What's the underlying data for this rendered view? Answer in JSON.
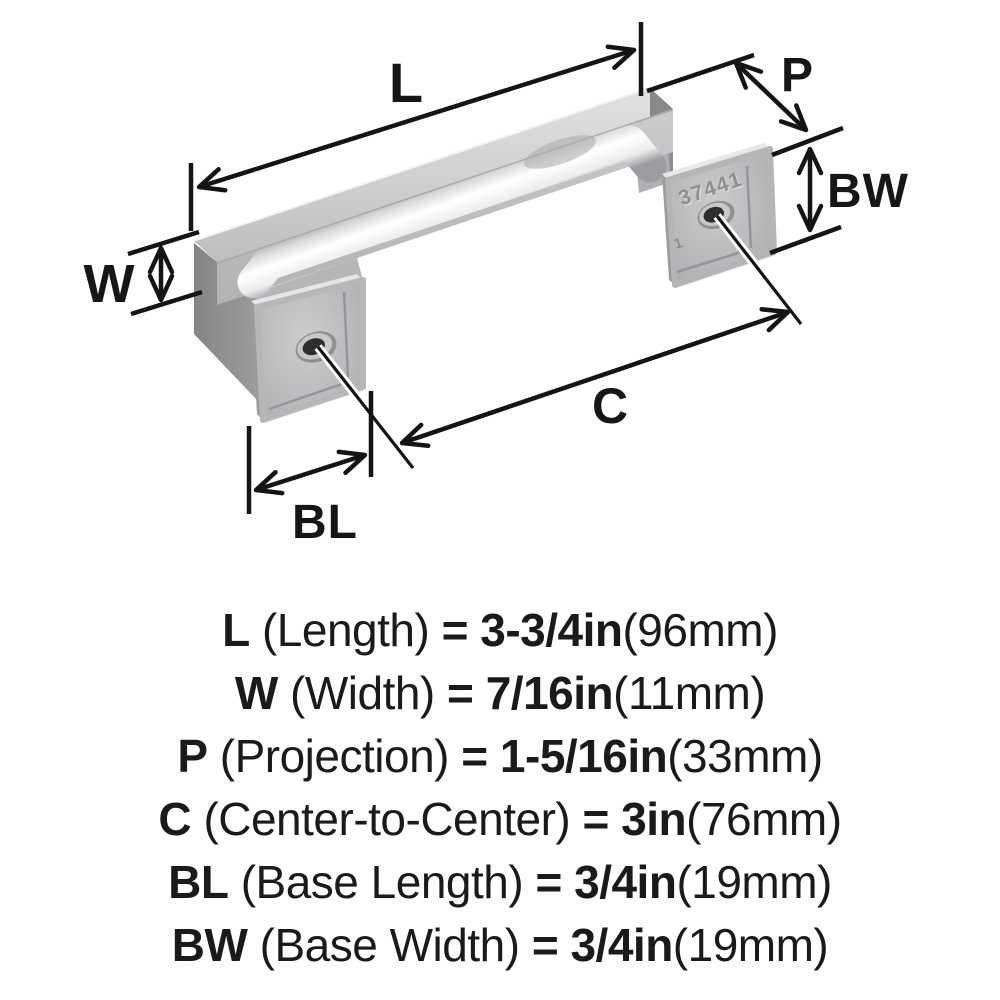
{
  "illustration": {
    "part_stamp": "37441",
    "base_mark": "1"
  },
  "dim_labels": {
    "L": "L",
    "W": "W",
    "P": "P",
    "C": "C",
    "BL": "BL",
    "BW": "BW"
  },
  "specs": [
    {
      "abbr": "L",
      "name": "(Length)",
      "eq": "=",
      "value": "3-3/4in",
      "metric": "(96mm)"
    },
    {
      "abbr": "W",
      "name": "(Width)",
      "eq": "=",
      "value": "7/16in",
      "metric": "(11mm)"
    },
    {
      "abbr": "P",
      "name": "(Projection)",
      "eq": "=",
      "value": "1-5/16in",
      "metric": "(33mm)"
    },
    {
      "abbr": "C",
      "name": "(Center-to-Center)",
      "eq": "=",
      "value": "3in",
      "metric": "(76mm)"
    },
    {
      "abbr": "BL",
      "name": "(Base Length)",
      "eq": "=",
      "value": "3/4in",
      "metric": "(19mm)"
    },
    {
      "abbr": "BW",
      "name": "(Base Width)",
      "eq": "=",
      "value": "3/4in",
      "metric": "(19mm)"
    }
  ],
  "colors": {
    "line": "#141414",
    "metal_light": "#d9dbdd",
    "metal_mid": "#c0c2c4",
    "metal_dark": "#8b8d8f",
    "background": "#ffffff"
  }
}
